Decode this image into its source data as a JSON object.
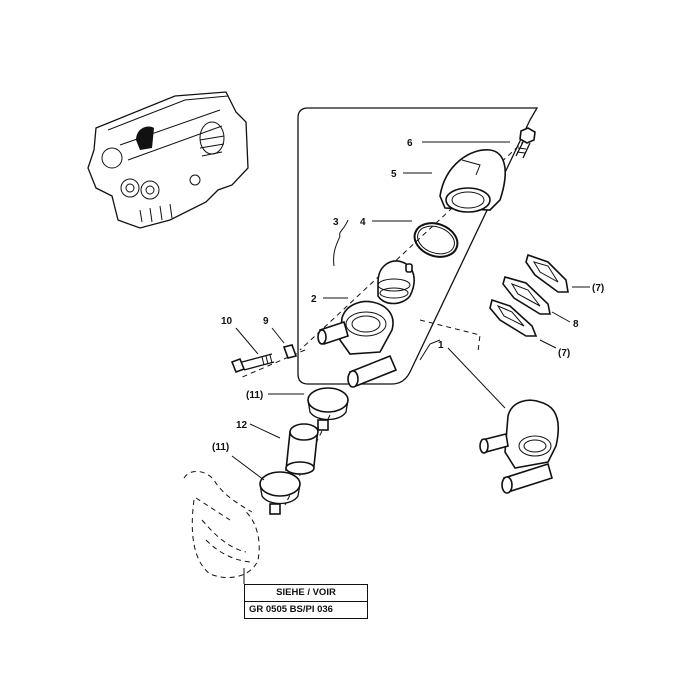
{
  "diagram": {
    "type": "exploded parts diagram",
    "subject": "Engine thermostat housing assembly",
    "callouts": [
      {
        "id": "c1",
        "text": "1"
      },
      {
        "id": "c2",
        "text": "2"
      },
      {
        "id": "c3",
        "text": "3"
      },
      {
        "id": "c4",
        "text": "4"
      },
      {
        "id": "c5",
        "text": "5"
      },
      {
        "id": "c6",
        "text": "6"
      },
      {
        "id": "c7a",
        "text": "(7)"
      },
      {
        "id": "c8",
        "text": "8"
      },
      {
        "id": "c7b",
        "text": "(7)"
      },
      {
        "id": "c9",
        "text": "9"
      },
      {
        "id": "c10",
        "text": "10"
      },
      {
        "id": "c11a",
        "text": "(11)"
      },
      {
        "id": "c12",
        "text": "12"
      },
      {
        "id": "c11b",
        "text": "(11)"
      }
    ],
    "reference_box": {
      "heading": "SIEHE / VOIR",
      "reference": "GR  0505 BS/PI 036"
    }
  }
}
